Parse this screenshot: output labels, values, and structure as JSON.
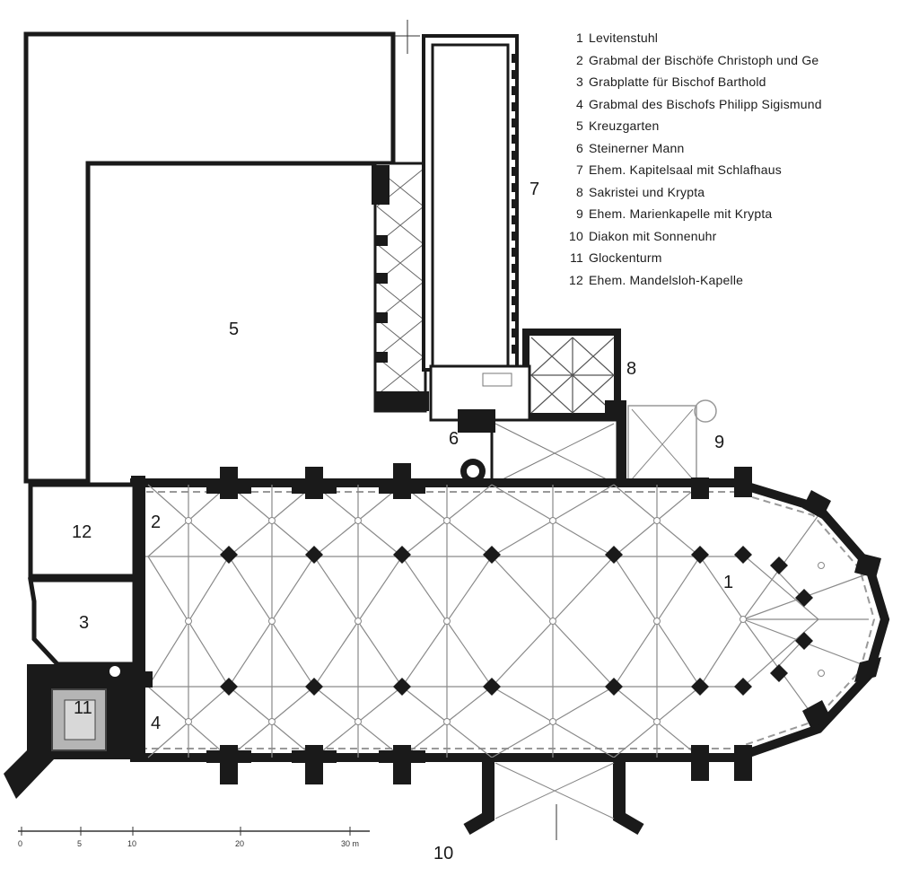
{
  "legend": {
    "items": [
      {
        "num": "1",
        "text": "Levitenstuhl"
      },
      {
        "num": "2",
        "text": "Grabmal der Bischöfe Christoph und Ge"
      },
      {
        "num": "3",
        "text": "Grabplatte für Bischof Barthold"
      },
      {
        "num": "4",
        "text": "Grabmal des Bischofs Philipp Sigismund"
      },
      {
        "num": "5",
        "text": "Kreuzgarten"
      },
      {
        "num": "6",
        "text": "Steinerner Mann"
      },
      {
        "num": "7",
        "text": "Ehem. Kapitelsaal mit Schlafhaus"
      },
      {
        "num": "8",
        "text": "Sakristei und Krypta"
      },
      {
        "num": "9",
        "text": "Ehem. Marienkapelle mit Krypta"
      },
      {
        "num": "10",
        "text": "Diakon mit Sonnenuhr"
      },
      {
        "num": "11",
        "text": "Glockenturm"
      },
      {
        "num": "12",
        "text": "Ehem. Mandelsloh-Kapelle"
      }
    ]
  },
  "plan": {
    "labels": {
      "l1": "1",
      "l2": "2",
      "l3": "3",
      "l4": "4",
      "l5": "5",
      "l6": "6",
      "l7": "7",
      "l8": "8",
      "l9": "9",
      "l10": "10",
      "l11": "11",
      "l12": "12"
    },
    "scale": {
      "ticks": [
        "0",
        "5",
        "10",
        "20",
        "30 m"
      ]
    }
  }
}
